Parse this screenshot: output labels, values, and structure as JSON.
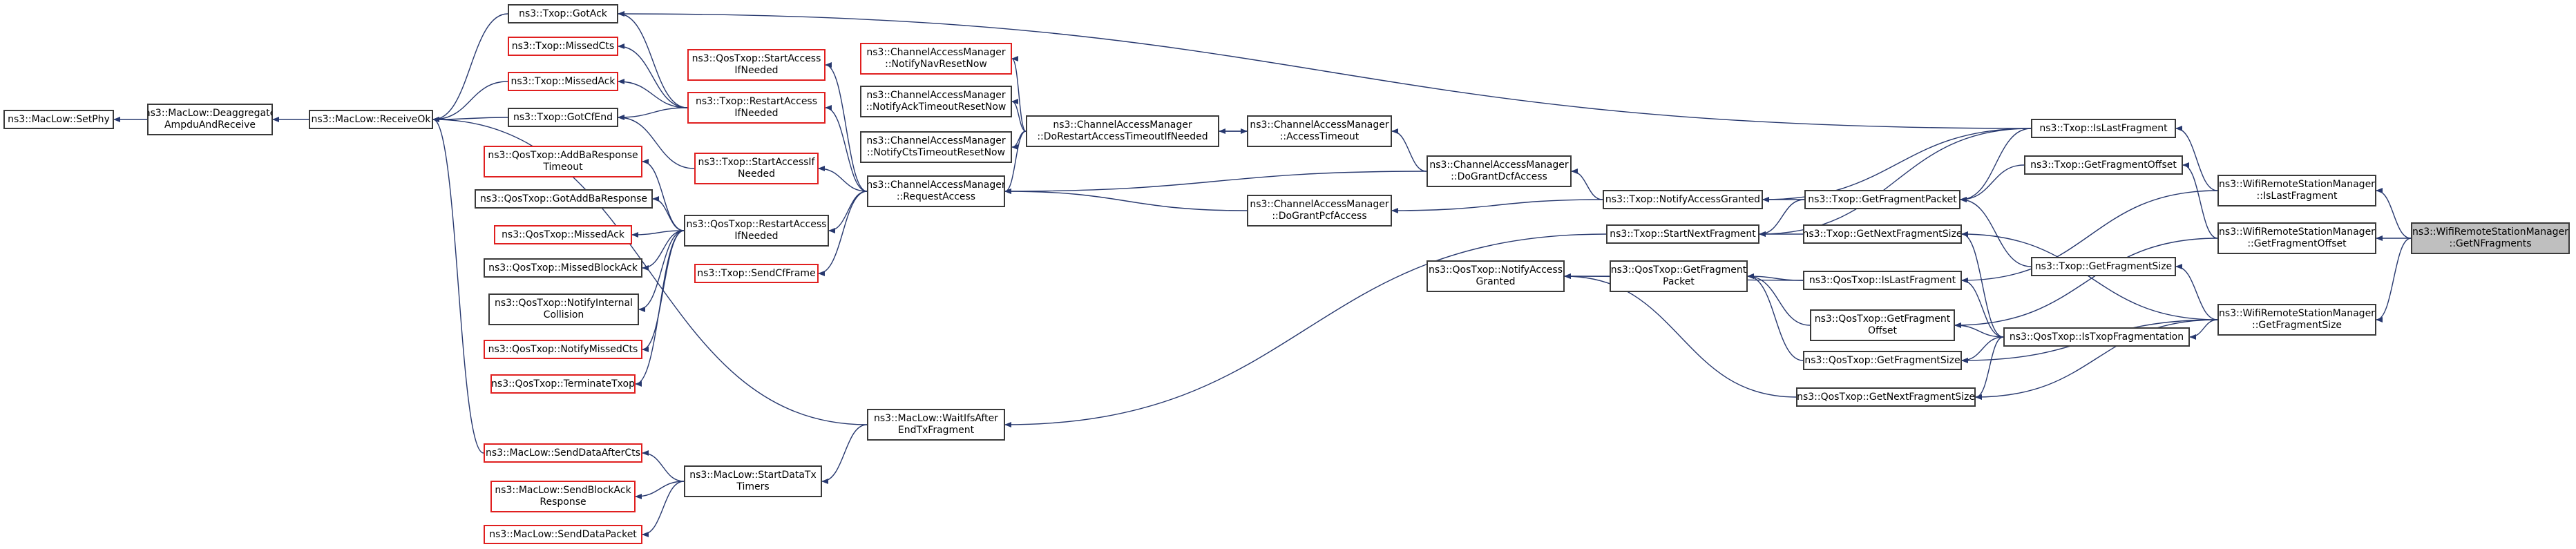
{
  "colors": {
    "edge": "#27386e",
    "node_border": "#3a3a3a",
    "missing_border": "#e01f1f",
    "root_fill": "#bfbfbf",
    "background": "#ffffff"
  },
  "nodes": {
    "SetPhy": [
      "ns3::MacLow::SetPhy"
    ],
    "Deaggregate": [
      "ns3::MacLow::Deaggregate",
      "AmpduAndReceive"
    ],
    "ReceiveOk": [
      "ns3::MacLow::ReceiveOk"
    ],
    "GotAck": [
      "ns3::Txop::GotAck"
    ],
    "MissedCts": [
      "ns3::Txop::MissedCts"
    ],
    "MissedAck": [
      "ns3::Txop::MissedAck"
    ],
    "GotCfEnd": [
      "ns3::Txop::GotCfEnd"
    ],
    "AddBaResponseTimeout": [
      "ns3::QosTxop::AddBaResponse",
      "Timeout"
    ],
    "GotAddBaResponse": [
      "ns3::QosTxop::GotAddBaResponse"
    ],
    "QosMissedAck": [
      "ns3::QosTxop::MissedAck"
    ],
    "MissedBlockAck": [
      "ns3::QosTxop::MissedBlockAck"
    ],
    "NotifyInternalCollision": [
      "ns3::QosTxop::NotifyInternal",
      "Collision"
    ],
    "NotifyMissedCts": [
      "ns3::QosTxop::NotifyMissedCts"
    ],
    "TerminateTxop": [
      "ns3::QosTxop::TerminateTxop"
    ],
    "SendDataAfterCts": [
      "ns3::MacLow::SendDataAfterCts"
    ],
    "SendBlockAckResponse": [
      "ns3::MacLow::SendBlockAck",
      "Response"
    ],
    "SendDataPacket": [
      "ns3::MacLow::SendDataPacket"
    ],
    "QosStartAccessIfNeeded": [
      "ns3::QosTxop::StartAccess",
      "IfNeeded"
    ],
    "TxopRestartAccessIfNeeded": [
      "ns3::Txop::RestartAccess",
      "IfNeeded"
    ],
    "TxopStartAccessIfNeeded": [
      "ns3::Txop::StartAccessIf",
      "Needed"
    ],
    "QosRestartAccessIfNeeded": [
      "ns3::QosTxop::RestartAccess",
      "IfNeeded"
    ],
    "SendCfFrame": [
      "ns3::Txop::SendCfFrame"
    ],
    "StartDataTxTimers": [
      "ns3::MacLow::StartDataTx",
      "Timers"
    ],
    "WaitIfsAfterEndTxFragment": [
      "ns3::MacLow::WaitIfsAfter",
      "EndTxFragment"
    ],
    "NotifyNavResetNow": [
      "ns3::ChannelAccessManager",
      "::NotifyNavResetNow"
    ],
    "NotifyAckTimeoutResetNow": [
      "ns3::ChannelAccessManager",
      "::NotifyAckTimeoutResetNow"
    ],
    "NotifyCtsTimeoutResetNow": [
      "ns3::ChannelAccessManager",
      "::NotifyCtsTimeoutResetNow"
    ],
    "RequestAccess": [
      "ns3::ChannelAccessManager",
      "::RequestAccess"
    ],
    "DoRestartAccessTimeoutIfNeeded": [
      "ns3::ChannelAccessManager",
      "::DoRestartAccessTimeoutIfNeeded"
    ],
    "AccessTimeout": [
      "ns3::ChannelAccessManager",
      "::AccessTimeout"
    ],
    "DoGrantDcfAccess": [
      "ns3::ChannelAccessManager",
      "::DoGrantDcfAccess"
    ],
    "DoGrantPcfAccess": [
      "ns3::ChannelAccessManager",
      "::DoGrantPcfAccess"
    ],
    "NotifyAccessGranted": [
      "ns3::Txop::NotifyAccessGranted"
    ],
    "StartNextFragment": [
      "ns3::Txop::StartNextFragment"
    ],
    "QosNotifyAccessGranted": [
      "ns3::QosTxop::NotifyAccess",
      "Granted"
    ],
    "QosGetFragmentPacket": [
      "ns3::QosTxop::GetFragment",
      "Packet"
    ],
    "TxopIsLastFragment": [
      "ns3::Txop::IsLastFragment"
    ],
    "TxopGetFragmentOffset": [
      "ns3::Txop::GetFragmentOffset"
    ],
    "TxopGetFragmentPacket": [
      "ns3::Txop::GetFragmentPacket"
    ],
    "TxopGetNextFragmentSize": [
      "ns3::Txop::GetNextFragmentSize"
    ],
    "QosIsLastFragment": [
      "ns3::QosTxop::IsLastFragment"
    ],
    "QosGetFragmentOffset": [
      "ns3::QosTxop::GetFragment",
      "Offset"
    ],
    "QosGetFragmentSize": [
      "ns3::QosTxop::GetFragmentSize"
    ],
    "QosGetNextFragmentSize": [
      "ns3::QosTxop::GetNextFragmentSize"
    ],
    "TxopGetFragmentSize": [
      "ns3::Txop::GetFragmentSize"
    ],
    "QosIsTxopFragmentation": [
      "ns3::QosTxop::IsTxopFragmentation"
    ],
    "WrsmIsLastFragment": [
      "ns3::WifiRemoteStationManager",
      "::IsLastFragment"
    ],
    "WrsmGetFragmentOffset": [
      "ns3::WifiRemoteStationManager",
      "::GetFragmentOffset"
    ],
    "WrsmGetFragmentSize": [
      "ns3::WifiRemoteStationManager",
      "::GetFragmentSize"
    ],
    "WrsmGetNFragments": [
      "ns3::WifiRemoteStationManager",
      "::GetNFragments"
    ]
  }
}
